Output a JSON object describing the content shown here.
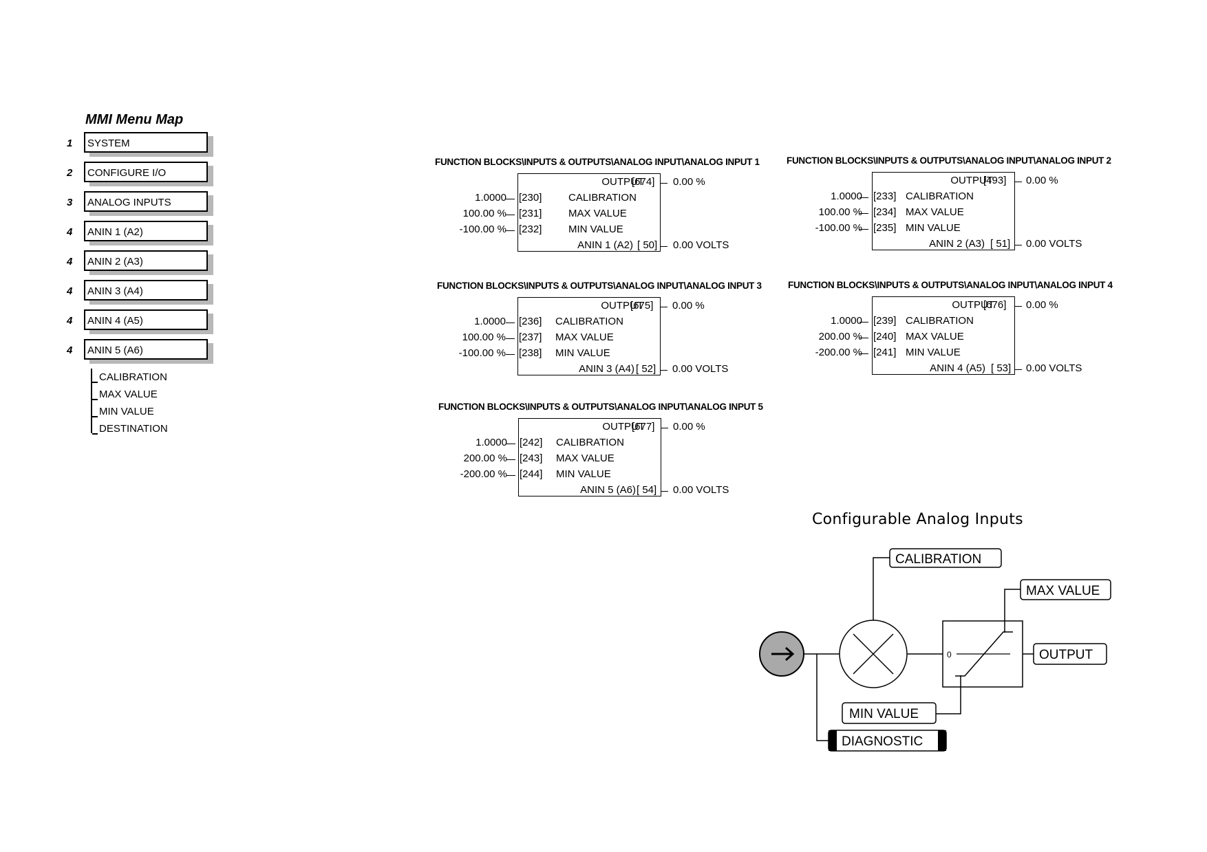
{
  "mmi": {
    "title": "MMI Menu Map",
    "items": [
      {
        "level": "1",
        "label": "SYSTEM"
      },
      {
        "level": "2",
        "label": "CONFIGURE I/O"
      },
      {
        "level": "3",
        "label": "ANALOG INPUTS"
      },
      {
        "level": "4",
        "label": "ANIN 1 (A2)"
      },
      {
        "level": "4",
        "label": "ANIN 2 (A3)"
      },
      {
        "level": "4",
        "label": "ANIN 3 (A4)"
      },
      {
        "level": "4",
        "label": "ANIN 4 (A5)"
      },
      {
        "level": "4",
        "label": "ANIN 5 (A6)"
      }
    ],
    "subitems": [
      "CALIBRATION",
      "MAX VALUE",
      "MIN VALUE",
      "DESTINATION"
    ]
  },
  "blocks": [
    {
      "path": "FUNCTION BLOCKS\\INPUTS & OUTPUTS\\ANALOG INPUT\\ANALOG INPUT 1",
      "output": {
        "name": "OUTPUT",
        "tag": "[674]",
        "value": "0.00 %"
      },
      "params": [
        {
          "value": "1.0000",
          "tag": "[230]",
          "name": "CALIBRATION"
        },
        {
          "value": "100.00  %",
          "tag": "[231]",
          "name": "MAX VALUE"
        },
        {
          "value": "-100.00  %",
          "tag": "[232]",
          "name": "MIN VALUE"
        }
      ],
      "input": {
        "name": "ANIN 1 (A2)",
        "tag": "[ 50]",
        "value": "0.00  VOLTS"
      }
    },
    {
      "path": "FUNCTION BLOCKS\\INPUTS & OUTPUTS\\ANALOG INPUT\\ANALOG INPUT 2",
      "output": {
        "name": "OUTPUT",
        "tag": "[493]",
        "value": "0.00 %"
      },
      "params": [
        {
          "value": "1.0000",
          "tag": "[233]",
          "name": "CALIBRATION"
        },
        {
          "value": "100.00  %",
          "tag": "[234]",
          "name": "MAX VALUE"
        },
        {
          "value": "-100.00  %",
          "tag": "[235]",
          "name": "MIN VALUE"
        }
      ],
      "input": {
        "name": "ANIN 2 (A3)",
        "tag": "[ 51]",
        "value": "0.00  VOLTS"
      }
    },
    {
      "path": "FUNCTION BLOCKS\\INPUTS & OUTPUTS\\ANALOG INPUT\\ANALOG INPUT 3",
      "output": {
        "name": "OUTPUT",
        "tag": "[675]",
        "value": "0.00 %"
      },
      "params": [
        {
          "value": "1.0000",
          "tag": "[236]",
          "name": "CALIBRATION"
        },
        {
          "value": "100.00  %",
          "tag": "[237]",
          "name": "MAX VALUE"
        },
        {
          "value": "-100.00  %",
          "tag": "[238]",
          "name": "MIN VALUE"
        }
      ],
      "input": {
        "name": "ANIN 3 (A4)",
        "tag": "[ 52]",
        "value": "0.00  VOLTS"
      }
    },
    {
      "path": "FUNCTION BLOCKS\\INPUTS & OUTPUTS\\ANALOG INPUT\\ANALOG INPUT 4",
      "output": {
        "name": "OUTPUT",
        "tag": "[676]",
        "value": "0.00 %"
      },
      "params": [
        {
          "value": "1.0000",
          "tag": "[239]",
          "name": "CALIBRATION"
        },
        {
          "value": "200.00  %",
          "tag": "[240]",
          "name": "MAX VALUE"
        },
        {
          "value": "-200.00  %",
          "tag": "[241]",
          "name": "MIN VALUE"
        }
      ],
      "input": {
        "name": "ANIN 4 (A5)",
        "tag": "[ 53]",
        "value": "0.00  VOLTS"
      }
    },
    {
      "path": "FUNCTION BLOCKS\\INPUTS & OUTPUTS\\ANALOG INPUT\\ANALOG INPUT 5",
      "output": {
        "name": "OUTPUT",
        "tag": "[677]",
        "value": "0.00 %"
      },
      "params": [
        {
          "value": "1.0000",
          "tag": "[242]",
          "name": "CALIBRATION"
        },
        {
          "value": "200.00  %",
          "tag": "[243]",
          "name": "MAX VALUE"
        },
        {
          "value": "-200.00  %",
          "tag": "[244]",
          "name": "MIN VALUE"
        }
      ],
      "input": {
        "name": "ANIN 5 (A6)",
        "tag": "[ 54]",
        "value": "0.00  VOLTS"
      }
    }
  ],
  "diagram": {
    "title": "Configurable Analog Inputs",
    "calibration_label": "CALIBRATION",
    "max_value_label": "MAX VALUE",
    "output_label": "OUTPUT",
    "min_value_label": "MIN VALUE",
    "diagnostic_label": "DIAGNOSTIC",
    "zero_label": "0",
    "input_icon": "arrow-right-icon",
    "multiply_icon": "multiply-icon",
    "colors": {
      "input_circle": "#a9a9a9",
      "diagnostic_bar": "#000000"
    }
  }
}
